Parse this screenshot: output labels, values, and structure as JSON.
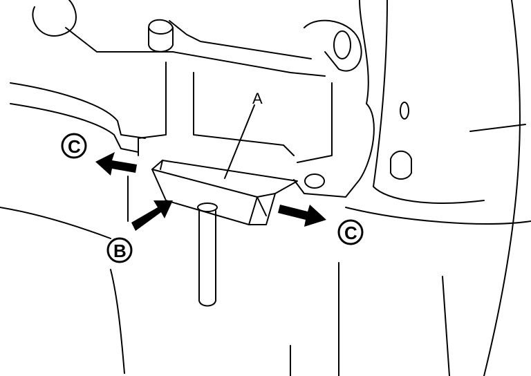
{
  "diagram": {
    "labels": {
      "a": "A",
      "b": "B",
      "c_left": "C",
      "c_right": "C"
    },
    "colors": {
      "line": "#000000",
      "background": "#ffffff"
    }
  }
}
